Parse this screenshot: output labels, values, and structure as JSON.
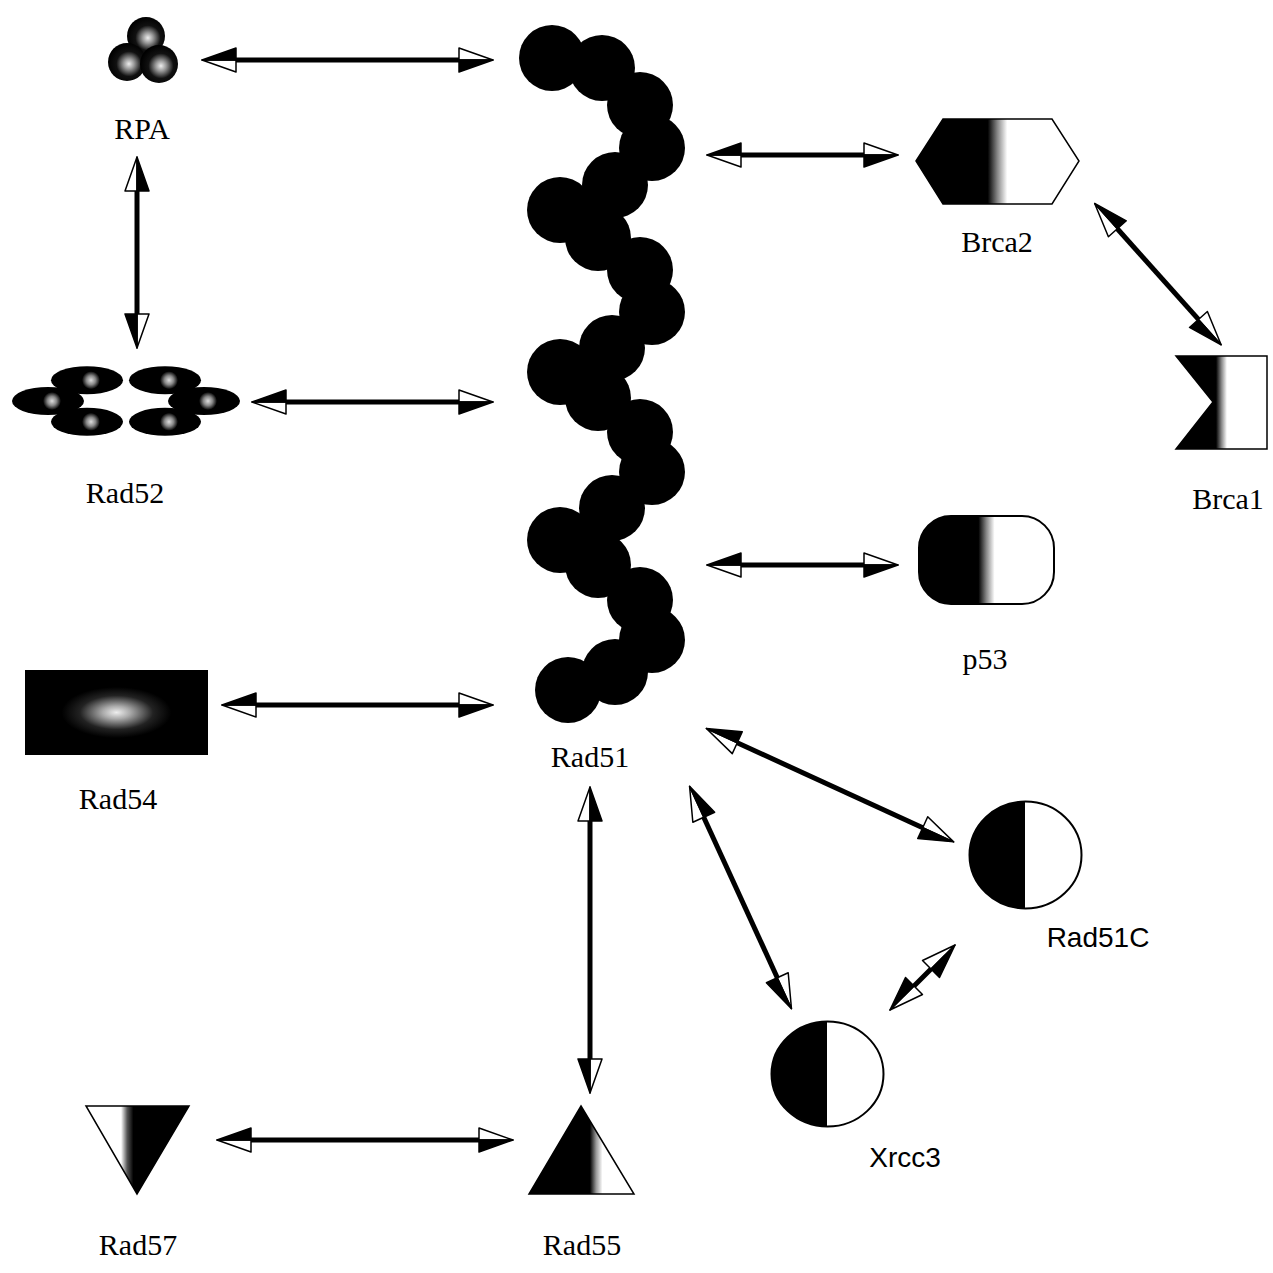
{
  "diagram": {
    "nodes": [
      {
        "text": [
          "RPA"
        ]
      },
      {
        "text": [
          "Rad51"
        ]
      },
      {
        "text": [
          "Brca2"
        ]
      },
      {
        "text": [
          "Rad52"
        ]
      },
      {
        "text": [
          "Brca1"
        ]
      },
      {
        "text": [
          "p53"
        ]
      },
      {
        "text": [
          "Rad54"
        ]
      },
      {
        "text": [
          "Rad51C"
        ]
      },
      {
        "text": [
          "Xrcc3"
        ]
      },
      {
        "text": [
          "Rad57"
        ]
      },
      {
        "text": [
          "Rad55"
        ]
      }
    ],
    "edges": [
      {
        "from": 0,
        "to": 1,
        "arrow": "both"
      },
      {
        "from": 0,
        "to": 3,
        "arrow": "both"
      },
      {
        "from": 3,
        "to": 1,
        "arrow": "both"
      },
      {
        "from": 6,
        "to": 1,
        "arrow": "both"
      },
      {
        "from": 1,
        "to": 2,
        "arrow": "both"
      },
      {
        "from": 2,
        "to": 4,
        "arrow": "both"
      },
      {
        "from": 1,
        "to": 5,
        "arrow": "both"
      },
      {
        "from": 1,
        "to": 7,
        "arrow": "both"
      },
      {
        "from": 1,
        "to": 8,
        "arrow": "both"
      },
      {
        "from": 7,
        "to": 8,
        "arrow": "both"
      },
      {
        "from": 1,
        "to": 10,
        "arrow": "both"
      },
      {
        "from": 9,
        "to": 10,
        "arrow": "both"
      }
    ]
  }
}
